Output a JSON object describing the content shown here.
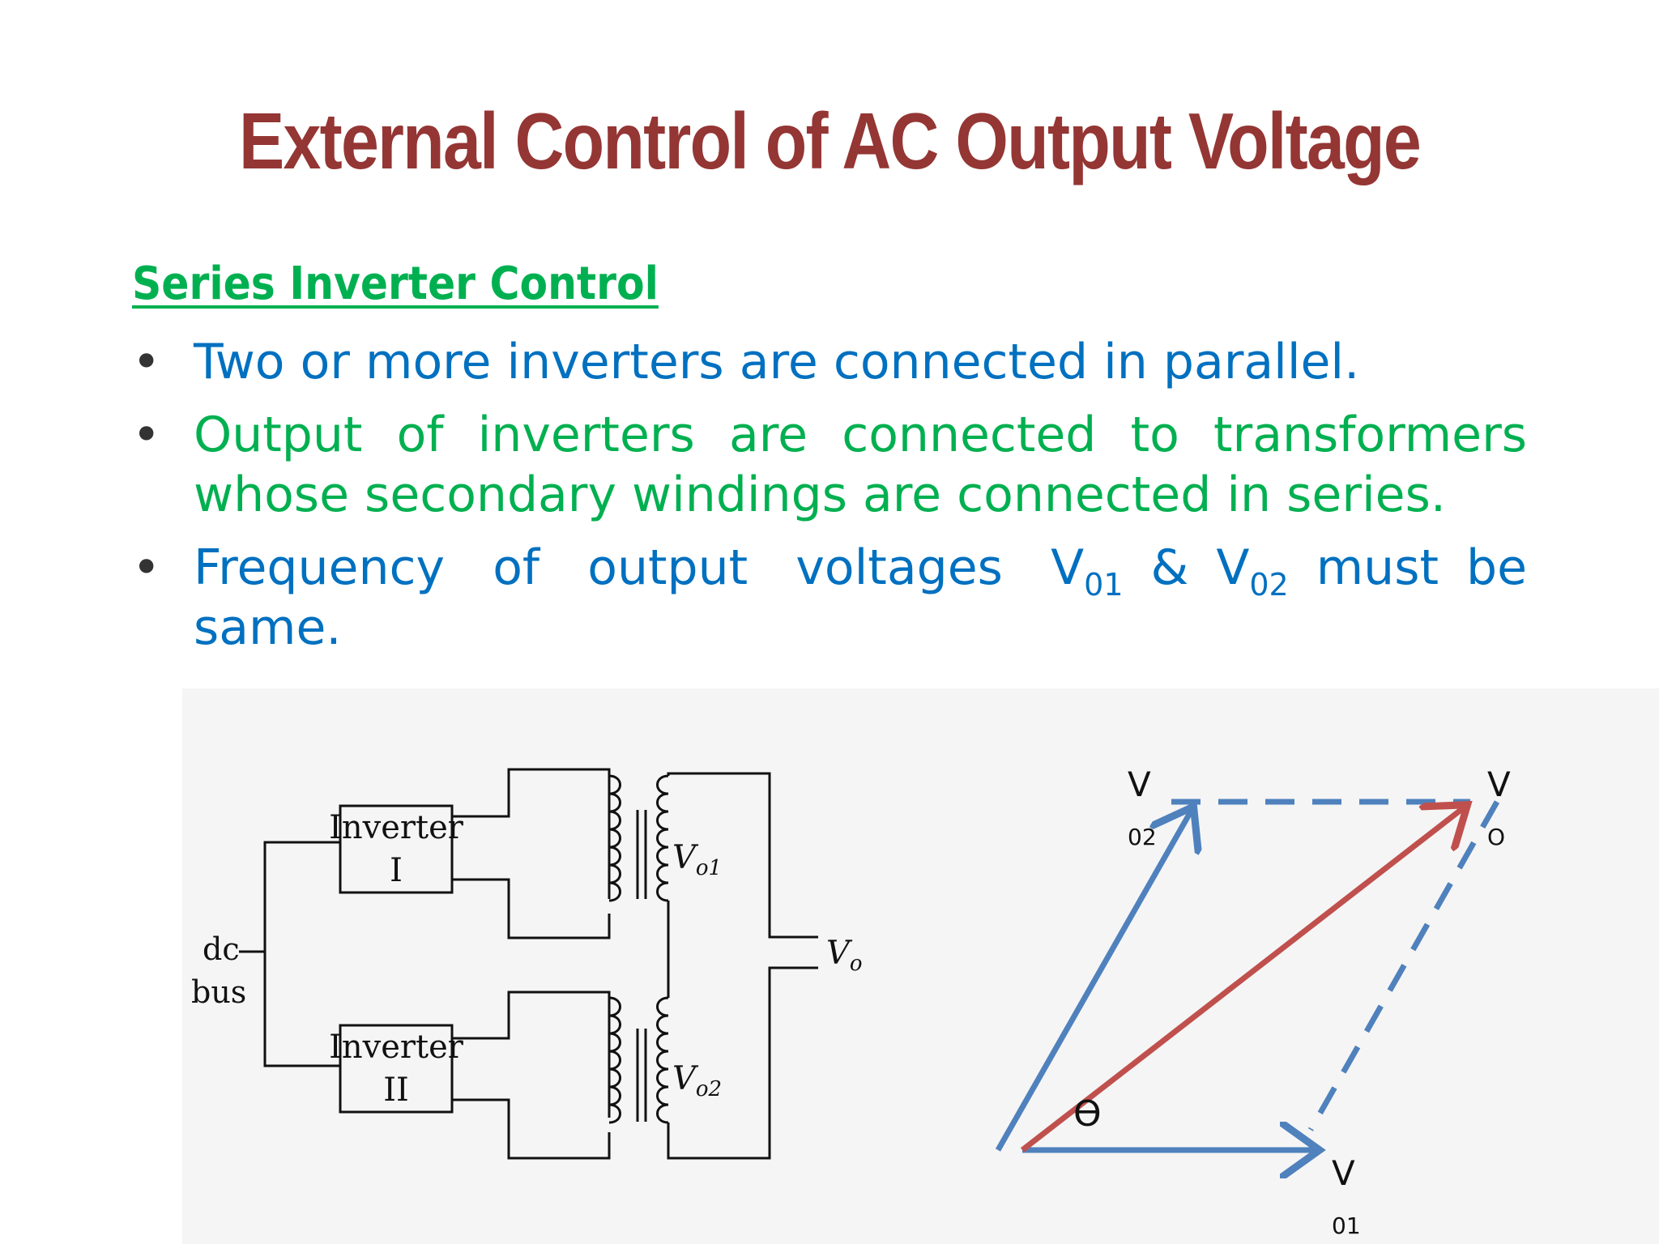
{
  "title": "External Control of AC Output Voltage",
  "subtitle": "Series Inverter Control",
  "bullets": [
    {
      "text": "Two or more inverters are connected in parallel.",
      "color": "#0070c0"
    },
    {
      "line1": "Output of inverters are connected to transformers",
      "line2": "whose secondary windings are connected in series.",
      "color": "#00b050"
    },
    {
      "pre": "Frequency of output voltages V",
      "sub1": "01",
      "mid": " & V",
      "sub2": "02",
      "post": " must be",
      "line2": "same.",
      "color": "#0070c0"
    }
  ],
  "circuit": {
    "inverter1": {
      "line1": "Inverter",
      "line2": "I"
    },
    "inverter2": {
      "line1": "Inverter",
      "line2": "II"
    },
    "dc_bus": {
      "line1": "dc",
      "line2": "bus"
    },
    "vo1": {
      "main": "V",
      "sub": "o1"
    },
    "vo2": {
      "main": "V",
      "sub": "o2"
    },
    "vo": {
      "main": "V",
      "sub": "o"
    }
  },
  "phasor": {
    "v02": {
      "main": "V",
      "sub": "02"
    },
    "vo": {
      "main": "V",
      "sub": "O"
    },
    "v01": {
      "main": "V",
      "sub": "01"
    },
    "angle": "ϴ",
    "colors": {
      "blue": "#4f81bd",
      "red": "#c0504d"
    }
  }
}
